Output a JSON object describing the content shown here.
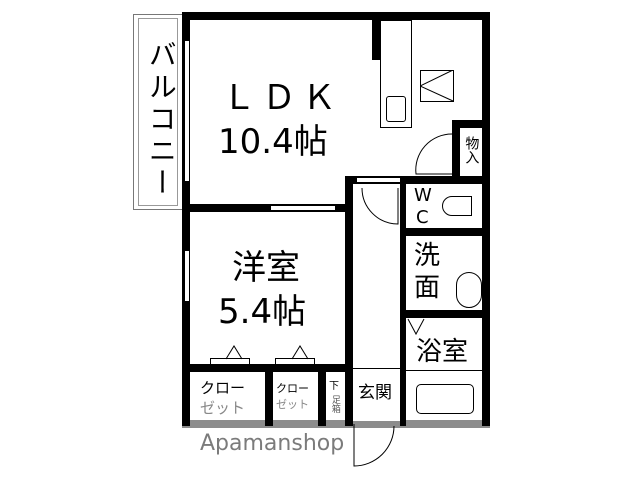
{
  "plan": {
    "balcony": "バルコニー",
    "ldk": {
      "name": "ＬＤＫ",
      "size": "10.4帖"
    },
    "western_room": {
      "name": "洋室",
      "size": "5.4帖"
    },
    "storage": "物入",
    "wc": {
      "line1": "W",
      "line2": "C"
    },
    "washroom": {
      "line1": "洗",
      "line2": "面"
    },
    "bathroom": "浴室",
    "closet1": {
      "line1": "クロー",
      "line2": "ゼット"
    },
    "closet2": {
      "line1": "クロー",
      "line2": "ゼット"
    },
    "shoe_box": {
      "line1": "下",
      "line2": "足箱"
    },
    "entrance": "玄関"
  },
  "watermark": "Apamanshop"
}
